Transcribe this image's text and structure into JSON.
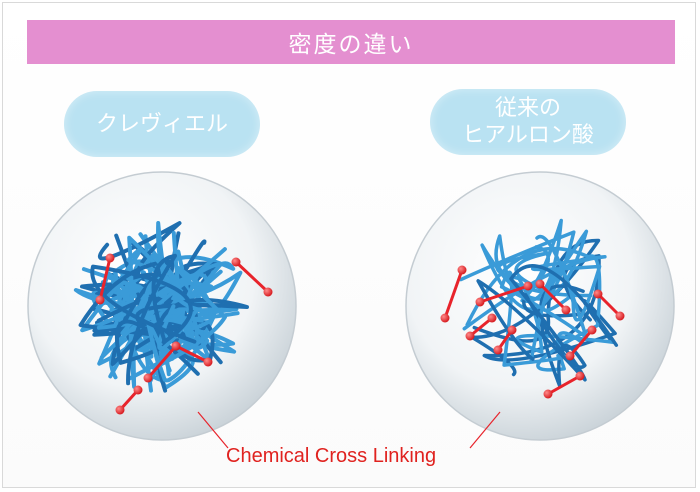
{
  "title": "密度の違い",
  "left_label": "クレヴィエル",
  "right_label_line1": "従来の",
  "right_label_line2": "ヒアルロン酸",
  "caption": "Chemical Cross Linking",
  "colors": {
    "title_bar": "#e48fd0",
    "pill": "#b9e2f2",
    "fiber": "#3a9bd8",
    "fiber_dark": "#1f6fb0",
    "cross_link": "#e8232b"
  }
}
